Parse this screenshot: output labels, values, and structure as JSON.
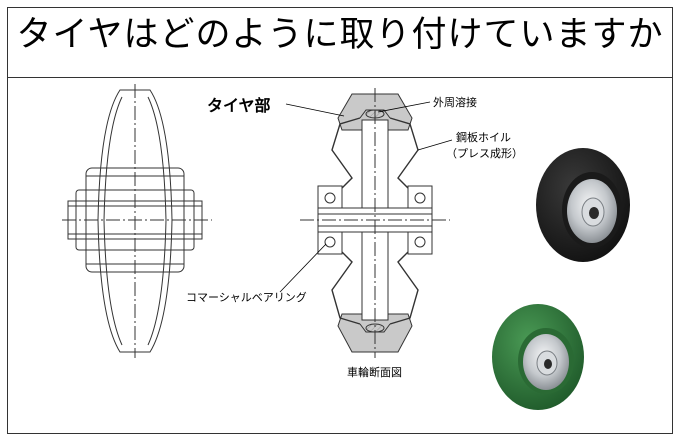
{
  "title": "タイヤはどのように取り付けていますか",
  "labels": {
    "tire_part": "タイヤ部",
    "outer_weld": "外周溶接",
    "steel_wheel": "鋼板ホイル",
    "press_formed": "（プレス成形）",
    "bearing": "コマーシャルベアリング",
    "section_caption": "車輪断面図"
  },
  "colors": {
    "line": "#333333",
    "tread_gray": "#c9c9c9",
    "black_tire": "#1e1e1e",
    "green_tire": "#2f7a3c",
    "hub_silver": "#c4c8cc"
  }
}
